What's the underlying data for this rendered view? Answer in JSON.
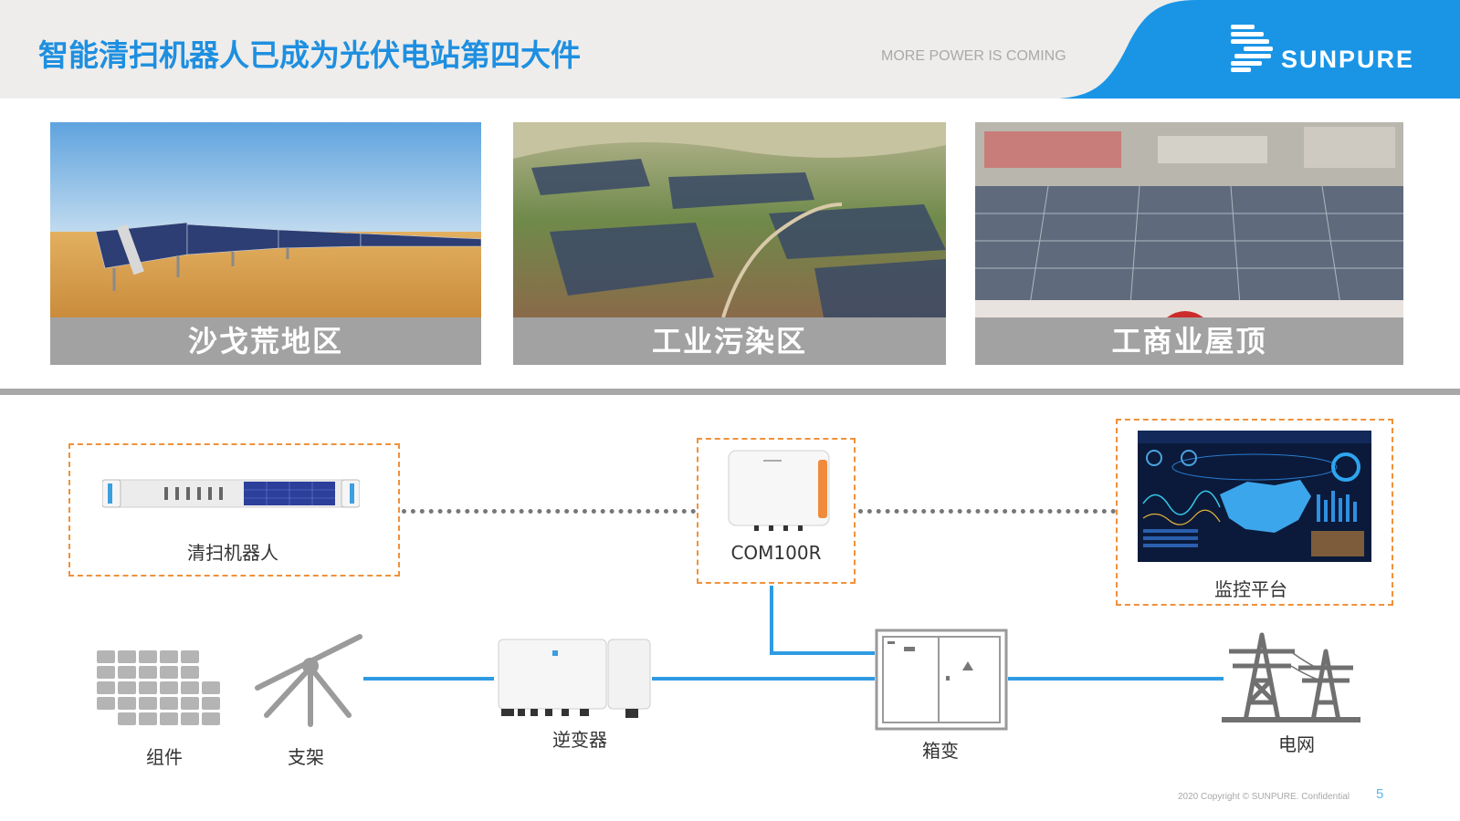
{
  "header": {
    "title": "智能清扫机器人已成为光伏电站第四大件",
    "tagline": "MORE POWER IS COMING",
    "brand": "SUNPURE",
    "colors": {
      "accent": "#1e8fe0",
      "brand_blue": "#1a95e6",
      "band": "#eeedeb"
    }
  },
  "scenarios": [
    {
      "caption": "沙戈荒地区",
      "image": "desert-solar-farm"
    },
    {
      "caption": "工业污染区",
      "image": "hillside-solar-farm"
    },
    {
      "caption": "工商业屋顶",
      "image": "rooftop-solar"
    }
  ],
  "diagram": {
    "robot_label": "清扫机器人",
    "com_label": "COM100R",
    "monitor_label": "监控平台",
    "module_label": "组件",
    "bracket_label": "支架",
    "inverter_label": "逆变器",
    "box_transformer_label": "箱变",
    "grid_label": "电网",
    "colors": {
      "dash": "#f0913a",
      "link": "#2f9be2",
      "dotted": "#777777"
    }
  },
  "footer": {
    "copyright": "2020 Copyright © SUNPURE. Confidential",
    "page": "5"
  }
}
